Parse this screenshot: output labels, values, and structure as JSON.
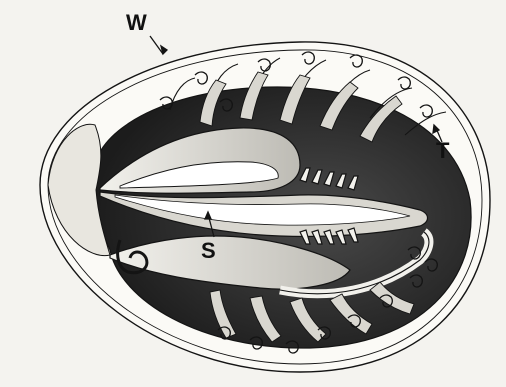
{
  "figure": {
    "labels": {
      "W": "W",
      "S": "S",
      "T": "T"
    },
    "colors": {
      "background": "#f4f3ef",
      "ink": "#141414",
      "shell_fill": "#fbfaf6",
      "interior_dark": "#242424",
      "light_tissue": "#d9d7d0"
    }
  }
}
